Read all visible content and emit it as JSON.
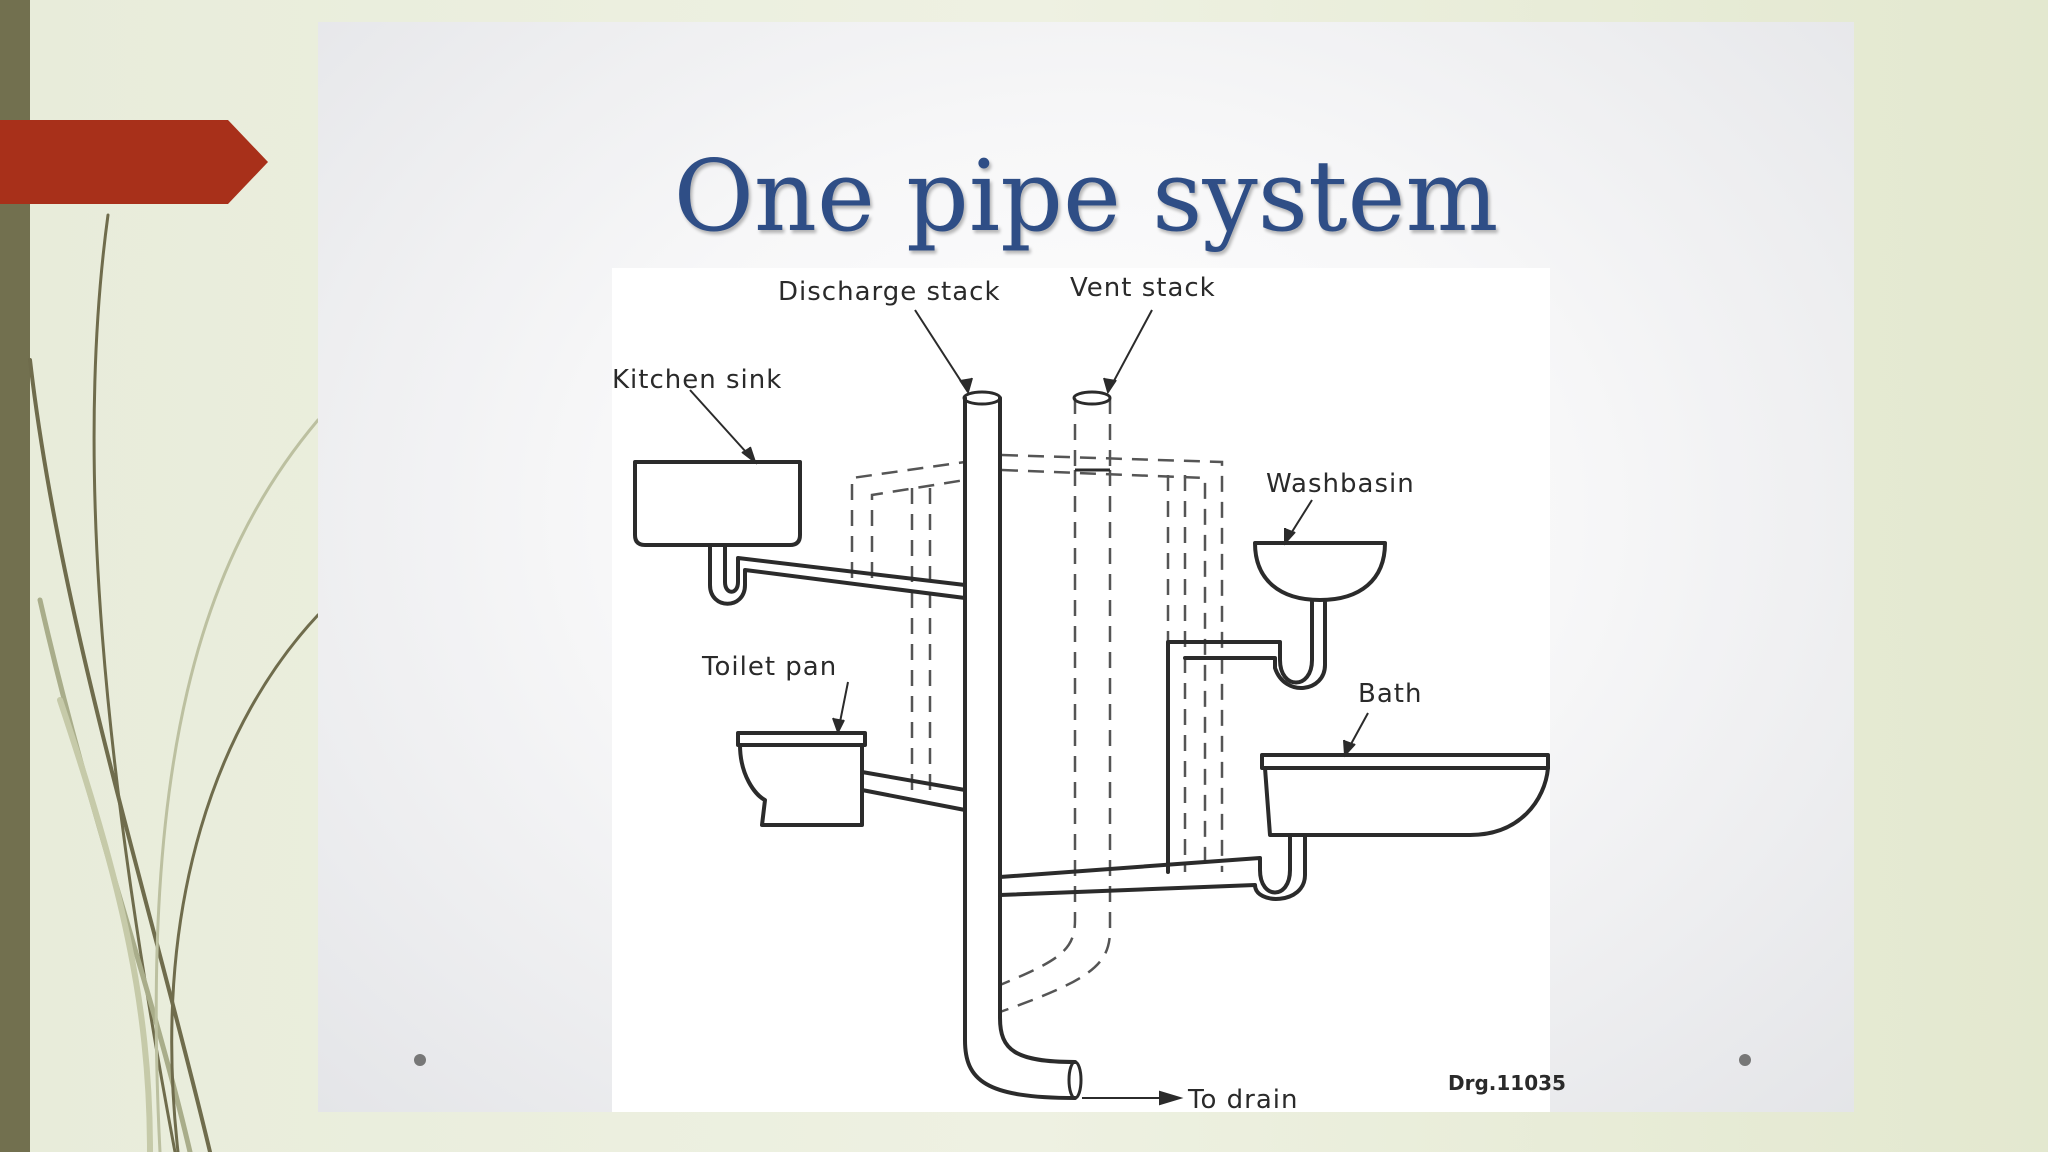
{
  "slide": {
    "title": "One pipe system"
  },
  "diagram": {
    "labels": {
      "discharge_stack": "Discharge stack",
      "vent_stack": "Vent stack",
      "kitchen_sink": "Kitchen sink",
      "washbasin": "Washbasin",
      "toilet_pan": "Toilet pan",
      "bath": "Bath",
      "to_drain": "To drain",
      "drawing_number": "Drg.11035"
    }
  },
  "colors": {
    "accent_arrow": "#a8301a",
    "side_bar": "#72704f",
    "title": "#2f4e86",
    "line": "#2b2b2b"
  }
}
